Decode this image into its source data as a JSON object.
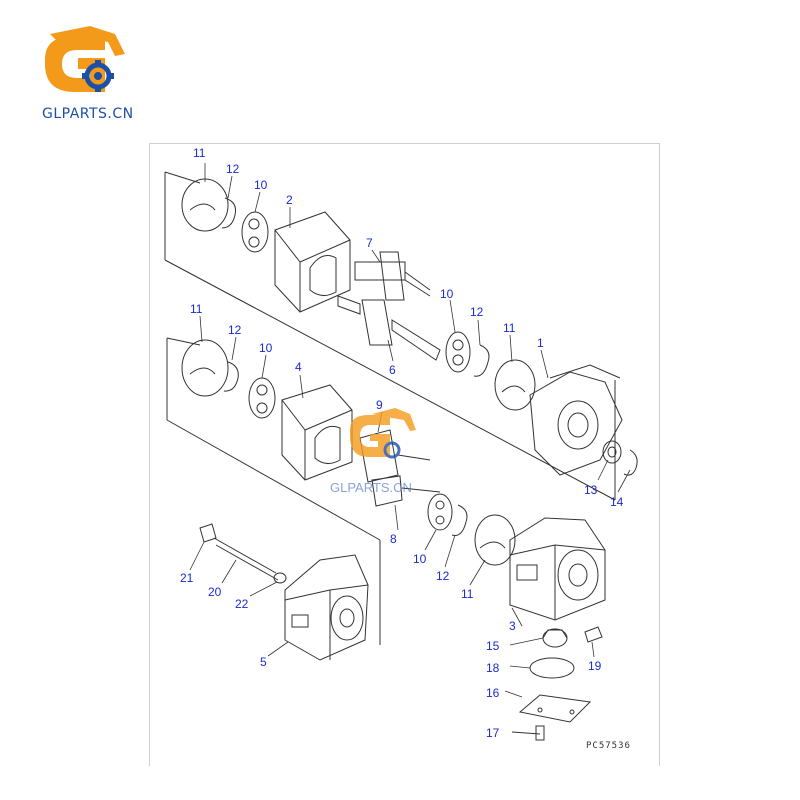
{
  "brand": {
    "logo_text": "GLPARTS.CN",
    "watermark_text": "GLPARTS.CN",
    "colors": {
      "orange": "#f39a1b",
      "blue": "#1b4fa8",
      "callout": "#1a2bd0"
    }
  },
  "drawing": {
    "code": "PC57536",
    "callouts": [
      "11",
      "12",
      "10",
      "2",
      "7",
      "10",
      "12",
      "11",
      "1",
      "6",
      "11",
      "12",
      "10",
      "4",
      "9",
      "13",
      "14",
      "8",
      "10",
      "12",
      "11",
      "21",
      "20",
      "22",
      "5",
      "3",
      "15",
      "19",
      "18",
      "16",
      "17"
    ]
  }
}
